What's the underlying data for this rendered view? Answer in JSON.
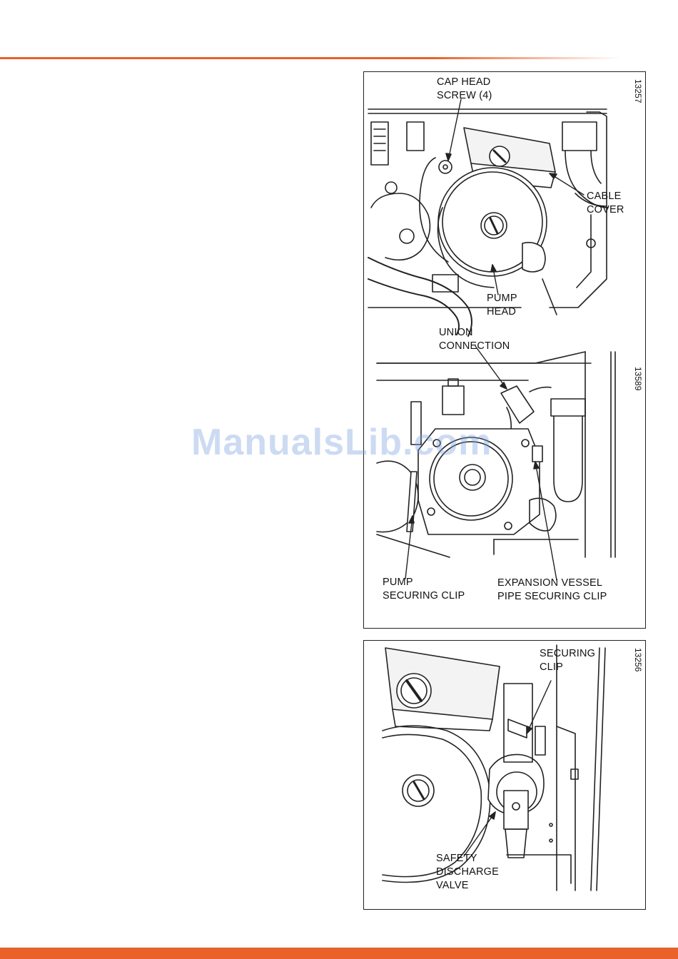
{
  "figures": [
    {
      "number": "13257",
      "labels": {
        "cap_head_screw": "CAP HEAD\nSCREW (4)",
        "cable_cover": "CABLE\nCOVER",
        "pump_head": "PUMP\nHEAD"
      }
    },
    {
      "number": "13589",
      "labels": {
        "union_connection": "UNION\nCONNECTION",
        "pump_securing_clip": "PUMP\nSECURING CLIP",
        "expansion_vessel_clip": "EXPANSION VESSEL\nPIPE SECURING CLIP"
      }
    },
    {
      "number": "13256",
      "labels": {
        "securing_clip": "SECURING\nCLIP",
        "safety_discharge_valve": "SAFETY\nDISCHARGE\nVALVE"
      }
    }
  ],
  "watermark": "ManualsLib.com",
  "colors": {
    "accent": "#e8622a",
    "watermark": "#78a0dc"
  }
}
